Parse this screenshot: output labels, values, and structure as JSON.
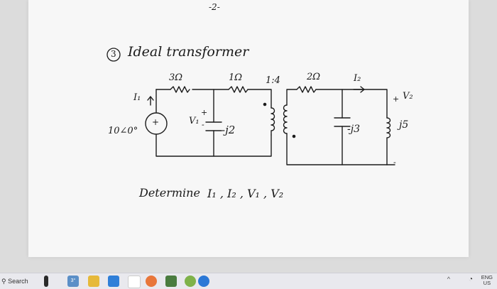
{
  "page": {
    "page_number": "-2-",
    "problem_number": "3",
    "title": "Ideal transformer",
    "instruction": "Determine",
    "unknowns": "I₁ , I₂ , V₁ , V₂"
  },
  "circuit": {
    "source": "10∠0°",
    "source_sign": "+",
    "current_1": "I₁",
    "r1": "3Ω",
    "r2": "1Ω",
    "voltage_1": "V₁",
    "v1_plus": "+",
    "v1_minus": "-",
    "cap_1": "-j2",
    "ratio": "1:4",
    "r3": "2Ω",
    "current_2": "I₂",
    "cap_2": "-j3",
    "voltage_2": "V₂",
    "v2_plus": "+",
    "v2_minus": "-",
    "inductor": "j5"
  },
  "taskbar": {
    "search_label": "Search",
    "weather": "3°",
    "lang_top": "ENG",
    "lang_bottom": "US"
  }
}
